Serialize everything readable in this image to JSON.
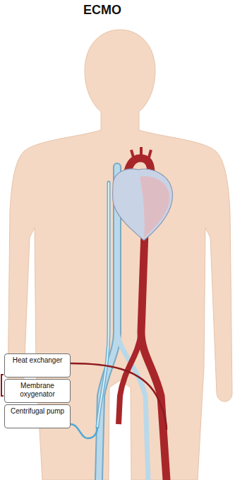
{
  "diagram": {
    "title": "ECMO",
    "nodes": [
      {
        "text": [
          "Heat exchanger"
        ]
      },
      {
        "text": [
          "Membrane oxygenator"
        ]
      },
      {
        "text": [
          "Centrifugal pump"
        ]
      }
    ]
  }
}
